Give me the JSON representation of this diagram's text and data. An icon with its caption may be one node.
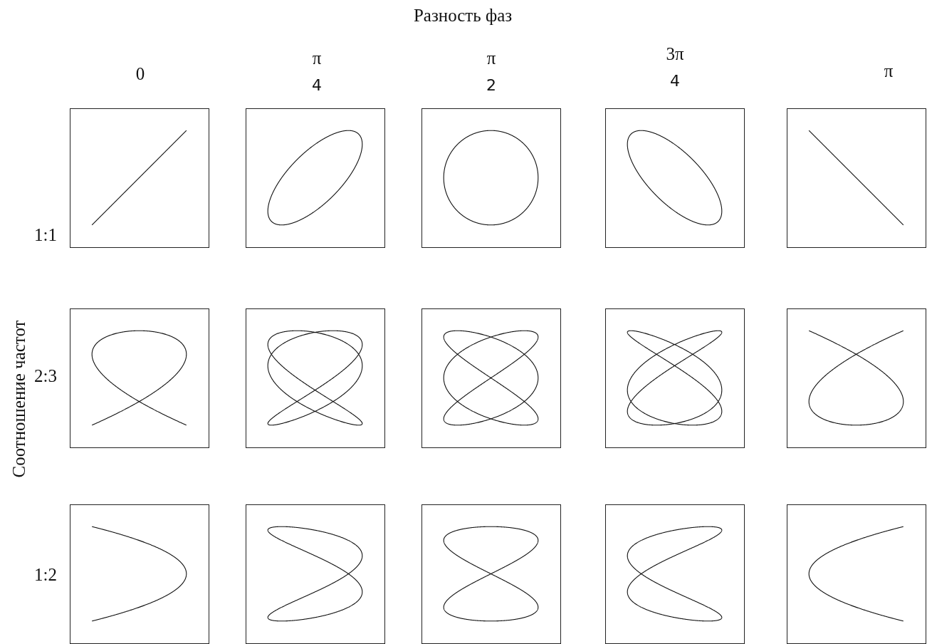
{
  "diagram": {
    "title": "Разность фаз",
    "labels": [
      "0",
      "π",
      "4",
      "π",
      "2",
      "3π",
      "4",
      "π",
      "Соотношение частот",
      "1:1",
      "2:3",
      "1:2"
    ]
  }
}
